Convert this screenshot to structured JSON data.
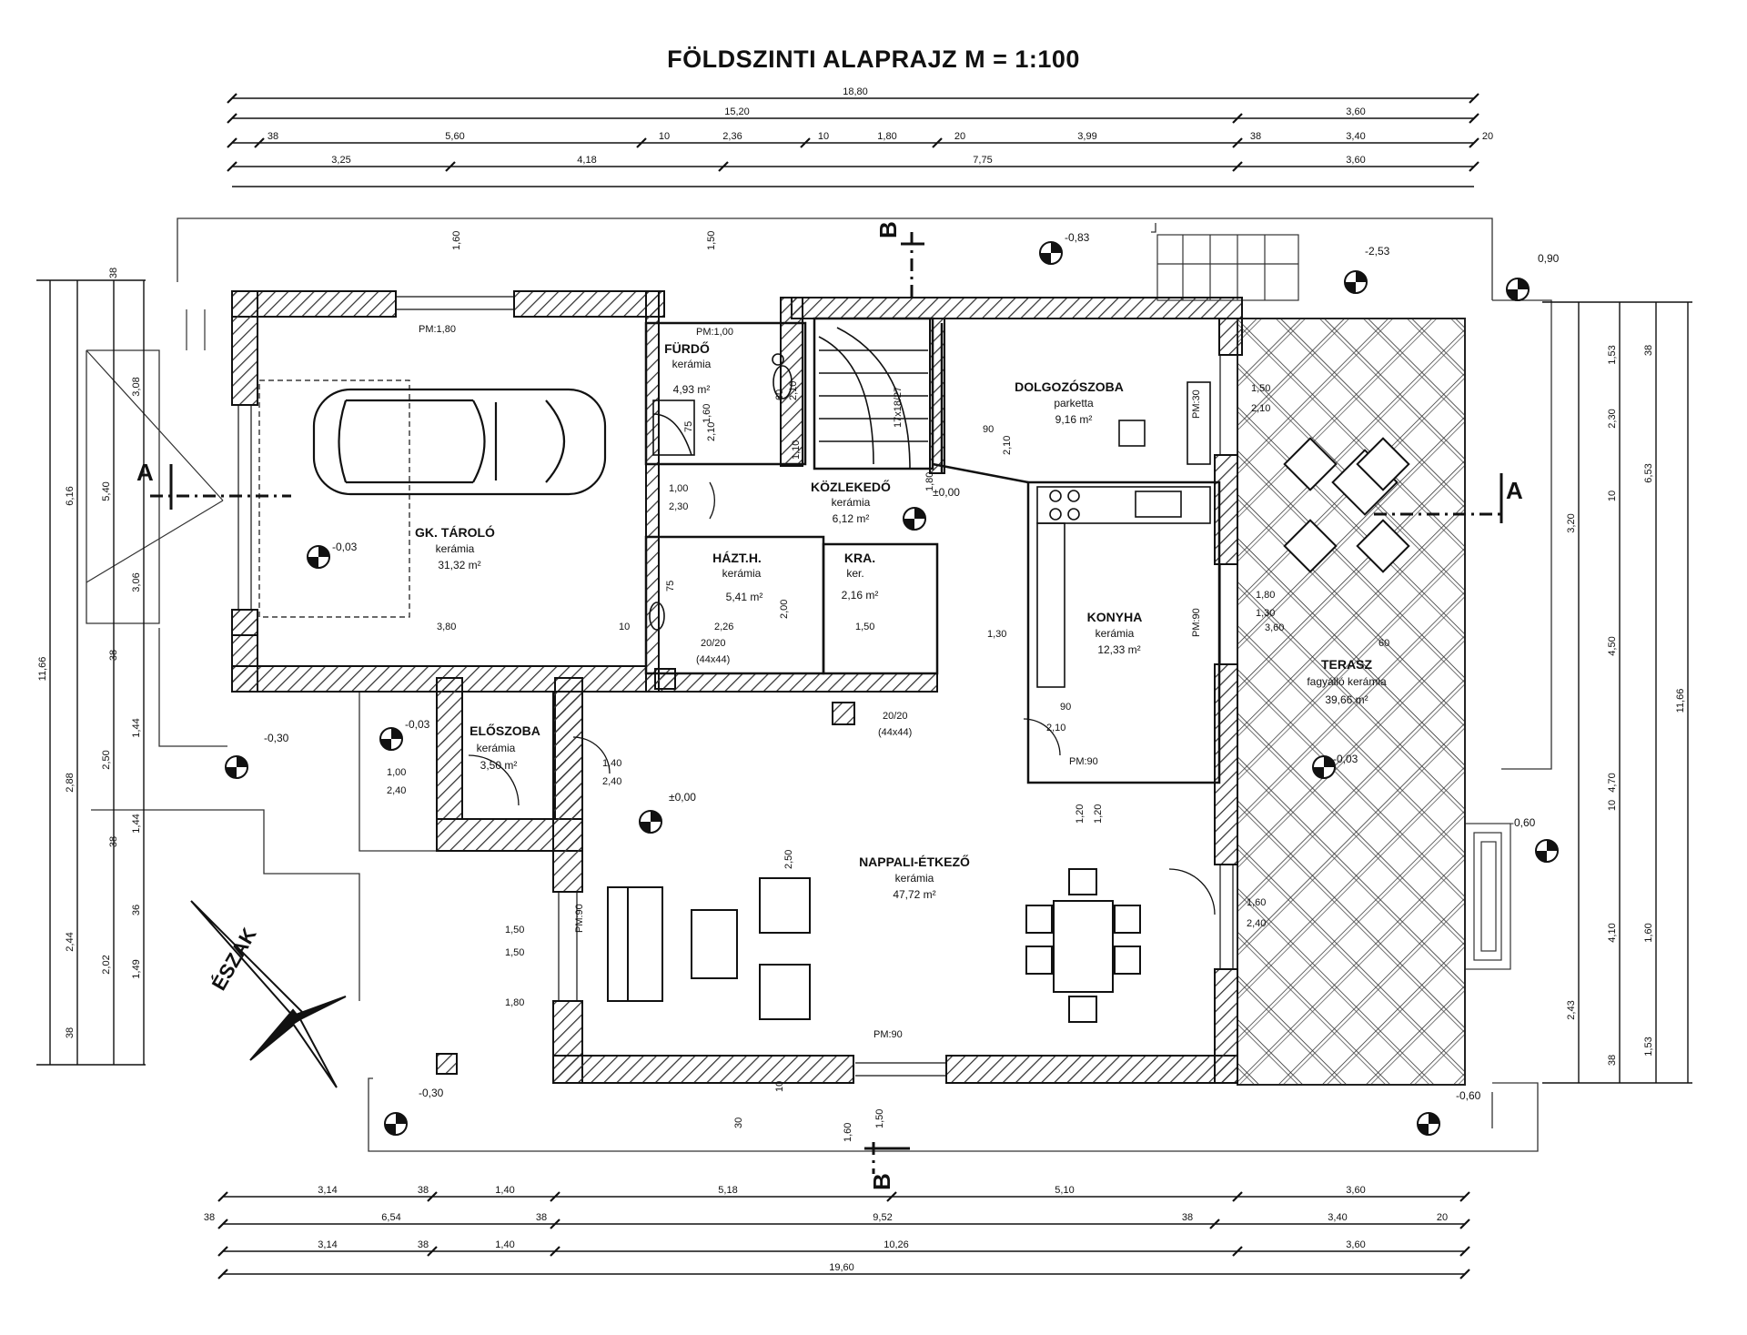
{
  "title": "FÖLDSZINTI ALAPRAJZ M = 1:100",
  "rooms": [
    {
      "name": "GK. TÁROLÓ",
      "finish": "kerámia",
      "area": "31,32 m²"
    },
    {
      "name": "FÜRDŐ",
      "finish": "kerámia",
      "area": "4,93 m²"
    },
    {
      "name": "HÁZT.H.",
      "finish": "kerámia",
      "area": "5,41 m²"
    },
    {
      "name": "KRA.",
      "finish": "ker.",
      "area": "2,16 m²"
    },
    {
      "name": "KÖZLEKEDŐ",
      "finish": "kerámia",
      "area": "6,12 m²"
    },
    {
      "name": "DOLGOZÓSZOBA",
      "finish": "parketta",
      "area": "9,16 m²"
    },
    {
      "name": "KONYHA",
      "finish": "kerámia",
      "area": "12,33 m²"
    },
    {
      "name": "ELŐSZOBA",
      "finish": "kerámia",
      "area": "3,50 m²"
    },
    {
      "name": "NAPPALI-ÉTKEZŐ",
      "finish": "kerámia",
      "area": "47,72 m²"
    },
    {
      "name": "TERASZ",
      "finish": "fagyálló kerámia",
      "area": "39,66 m²"
    }
  ],
  "north_label": "ÉSZAK",
  "section_marks": {
    "a": "A",
    "b": "B"
  },
  "levels": [
    "-0,83",
    "-2,53",
    "0,90",
    "-0,03",
    "±0,00",
    "-0,30",
    "-0,03",
    "±0,00",
    "-0,30",
    "-0,03",
    "-0,60",
    "-0,60"
  ],
  "dims_top": {
    "row1": [
      "18,80"
    ],
    "row2": [
      "15,20",
      "3,60"
    ],
    "row3": [
      "38",
      "5,60",
      "10",
      "2,36",
      "10",
      "1,80",
      "20",
      "3,99",
      "38",
      "3,40",
      "20"
    ],
    "row4": [
      "3,25",
      "4,18",
      "7,75",
      "3,60"
    ]
  },
  "dims_bottom": {
    "row1": [
      "3,14",
      "38",
      "1,40",
      "5,18",
      "5,10",
      "3,60"
    ],
    "row2": [
      "38",
      "6,54",
      "38",
      "9,52",
      "38",
      "3,40",
      "20"
    ],
    "row3": [
      "3,14",
      "38",
      "1,40",
      "10,26",
      "3,60"
    ],
    "row4": [
      "19,60"
    ]
  },
  "dims_left": [
    "11,66",
    "6,16",
    "5,40",
    "3,08",
    "3,06",
    "2,88",
    "2,50",
    "1,44",
    "1,44",
    "2,44",
    "2,02",
    "1,49",
    "38",
    "38",
    "38",
    "36",
    "38"
  ],
  "dims_right": [
    "11,66",
    "6,53",
    "4,70",
    "1,53",
    "2,30",
    "3,20",
    "4,50",
    "4,10",
    "1,60",
    "2,43",
    "1,53",
    "38",
    "10",
    "10",
    "38"
  ],
  "openings": [
    "PM:1,80",
    "PM:1,00",
    "PM:90",
    "PM:90",
    "PM:90",
    "PM:30",
    "PM:90",
    "20/20",
    "(44x44)",
    "20/20",
    "(44x44)",
    "1,00",
    "2,30",
    "1,00",
    "2,40",
    "1,40",
    "2,40",
    "1,50",
    "1,50",
    "1,60",
    "2,40",
    "1,80",
    "1,30",
    "1,50",
    "2,10",
    "1,20",
    "1,20",
    "90",
    "2,10",
    "1,80",
    "60",
    "1,60",
    "60",
    "2,10",
    "75",
    "2,10",
    "75",
    "1,10",
    "90",
    "2,10",
    "2,26",
    "3,60",
    "2,50",
    "17x18/27",
    "1,50",
    "1,60",
    "1,30",
    "2,00",
    "3,80",
    "1,50",
    "1,60",
    "1,50",
    "1,80",
    "30",
    "10",
    "10"
  ]
}
